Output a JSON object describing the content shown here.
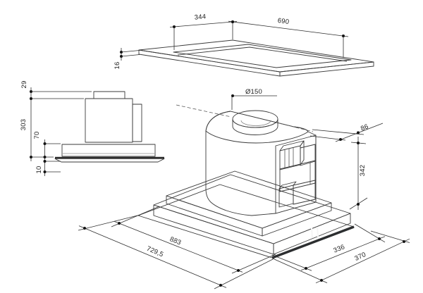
{
  "drawing": {
    "type": "technical-drawing",
    "subject": "ceiling built-in cooker hood with mounting frame, side elevation and isometric view",
    "palette": {
      "background": "#ffffff",
      "line": "#2e2e2e",
      "fill_light": "#f2f2f2",
      "fill_mid": "#c9c9c9",
      "fill_dark": "#55585b"
    },
    "dims": {
      "frame": {
        "w_inner": "344",
        "w_outer": "690",
        "thickness": "16"
      },
      "side": {
        "top_clearance": "29",
        "height": "303",
        "base_height": "70",
        "glass_drop": "10"
      },
      "iso": {
        "duct_diameter": "Ø150",
        "collar_offset": "86",
        "body_height": "342",
        "base_length": "883",
        "glass_length": "729,5",
        "base_depth": "336",
        "glass_depth": "370"
      }
    }
  }
}
